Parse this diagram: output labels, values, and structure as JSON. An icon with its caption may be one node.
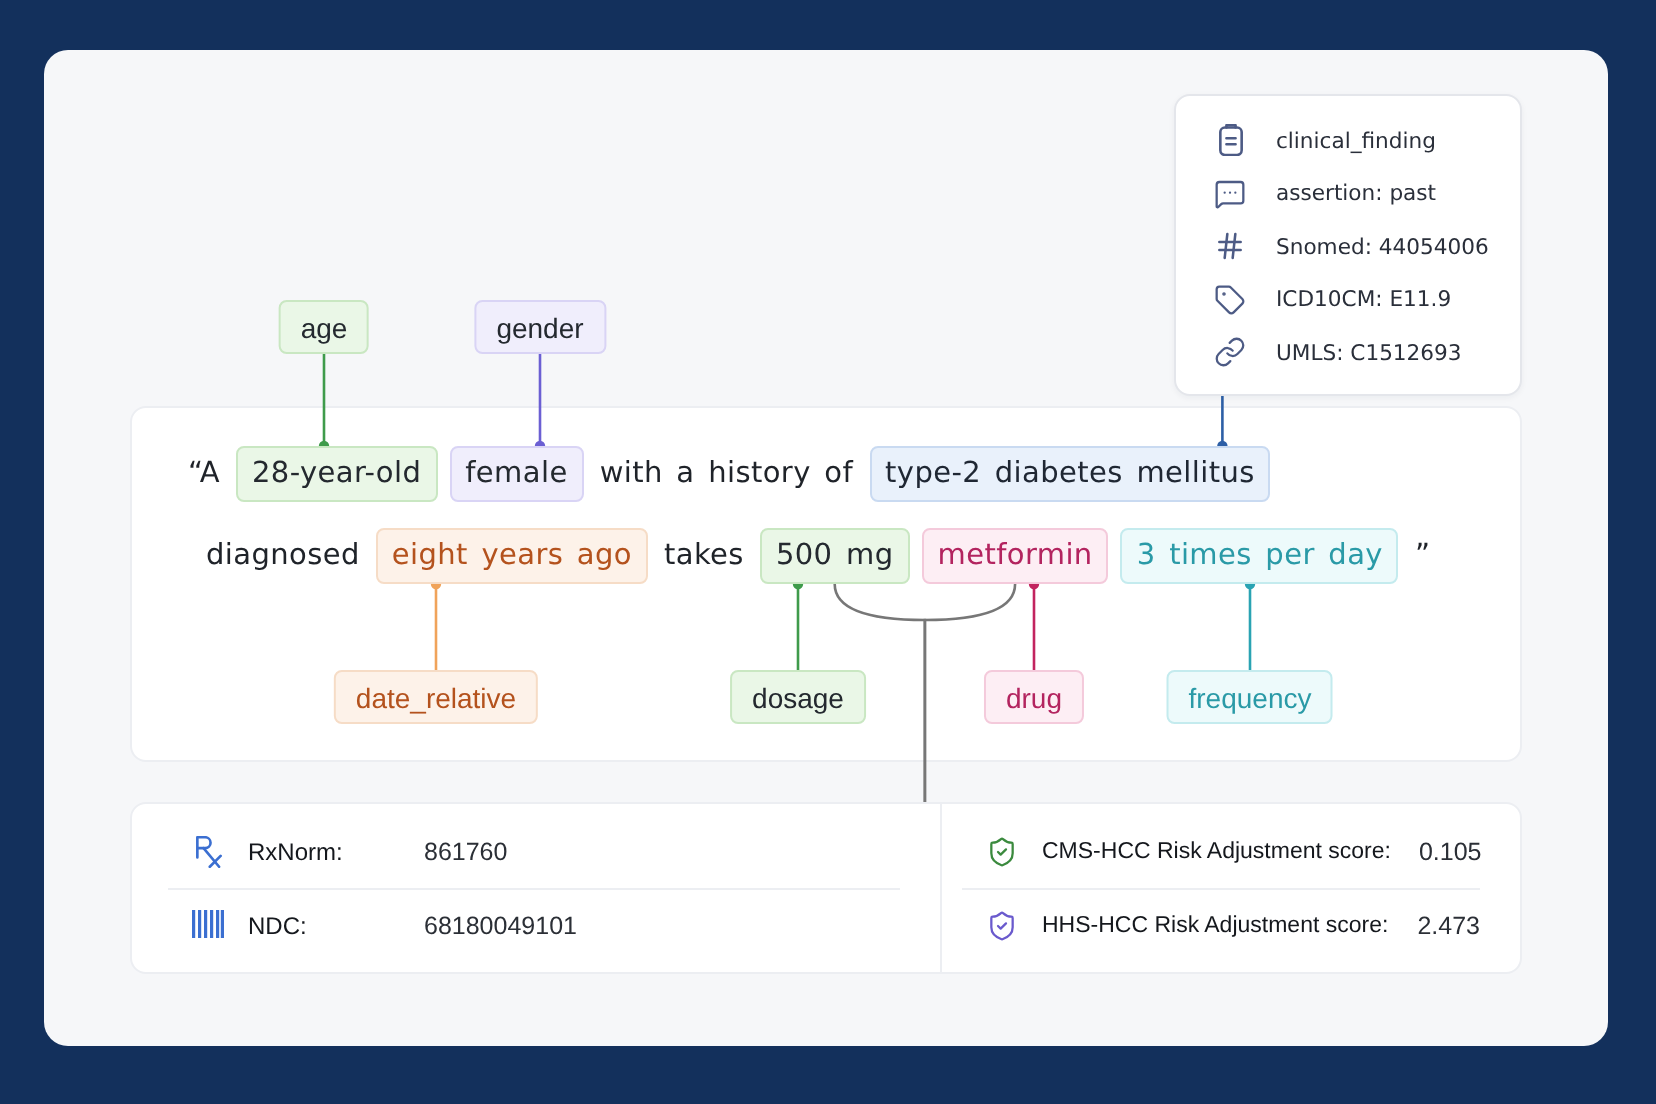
{
  "diagram": {
    "nodes": [
      {
        "text": [
          "clinical_finding",
          "assertion: past",
          "Snomed: 44054006",
          "ICD10CM: E11.9",
          "UMLS: C1512693"
        ]
      },
      {
        "text": [
          "age"
        ]
      },
      {
        "text": [
          "gender"
        ]
      },
      {
        "text": [
          "“A",
          "with a history of",
          "diagnosed",
          "takes",
          "”"
        ]
      },
      {
        "text": [
          "28-year-old"
        ],
        "in": 3
      },
      {
        "text": [
          "female"
        ],
        "in": 3
      },
      {
        "text": [
          "type-2 diabetes mellitus"
        ],
        "in": 3
      },
      {
        "text": [
          "eight years ago"
        ],
        "in": 3
      },
      {
        "text": [
          "500 mg"
        ],
        "in": 3
      },
      {
        "text": [
          "metformin"
        ],
        "in": 3
      },
      {
        "text": [
          "3 times per day"
        ],
        "in": 3
      },
      {
        "text": [
          "date_relative"
        ],
        "in": 3
      },
      {
        "text": [
          "dosage"
        ],
        "in": 3
      },
      {
        "text": [
          "drug"
        ],
        "in": 3
      },
      {
        "text": [
          "frequency"
        ],
        "in": 3
      },
      {
        "text": [
          "RxNorm:",
          "861760",
          "NDC:",
          "68180049101",
          "CMS-HCC Risk Adjustment score:",
          "0.105",
          "HHS-HCC Risk Adjustment score:",
          "2.473"
        ]
      }
    ],
    "edges": [
      {
        "from": 1,
        "to": 4,
        "arrow": "other",
        "color": "#3f9b4b"
      },
      {
        "from": 2,
        "to": 5,
        "arrow": "other",
        "color": "#6b5fd3"
      },
      {
        "from": 0,
        "to": 6,
        "arrow": "other",
        "color": "#2d5fa6"
      },
      {
        "from": 11,
        "to": 7,
        "arrow": "other",
        "color": "#f0a35a"
      },
      {
        "from": 12,
        "to": 8,
        "arrow": "other",
        "color": "#3f9b4b"
      },
      {
        "from": 13,
        "to": 9,
        "arrow": "other",
        "color": "#c2245f"
      },
      {
        "from": 14,
        "to": 10,
        "arrow": "other",
        "color": "#2aa3b3"
      },
      {
        "from": 8,
        "to": 15,
        "arrow": "none",
        "color": "#777777"
      },
      {
        "from": 9,
        "to": 15,
        "arrow": "none",
        "color": "#777777"
      }
    ]
  }
}
